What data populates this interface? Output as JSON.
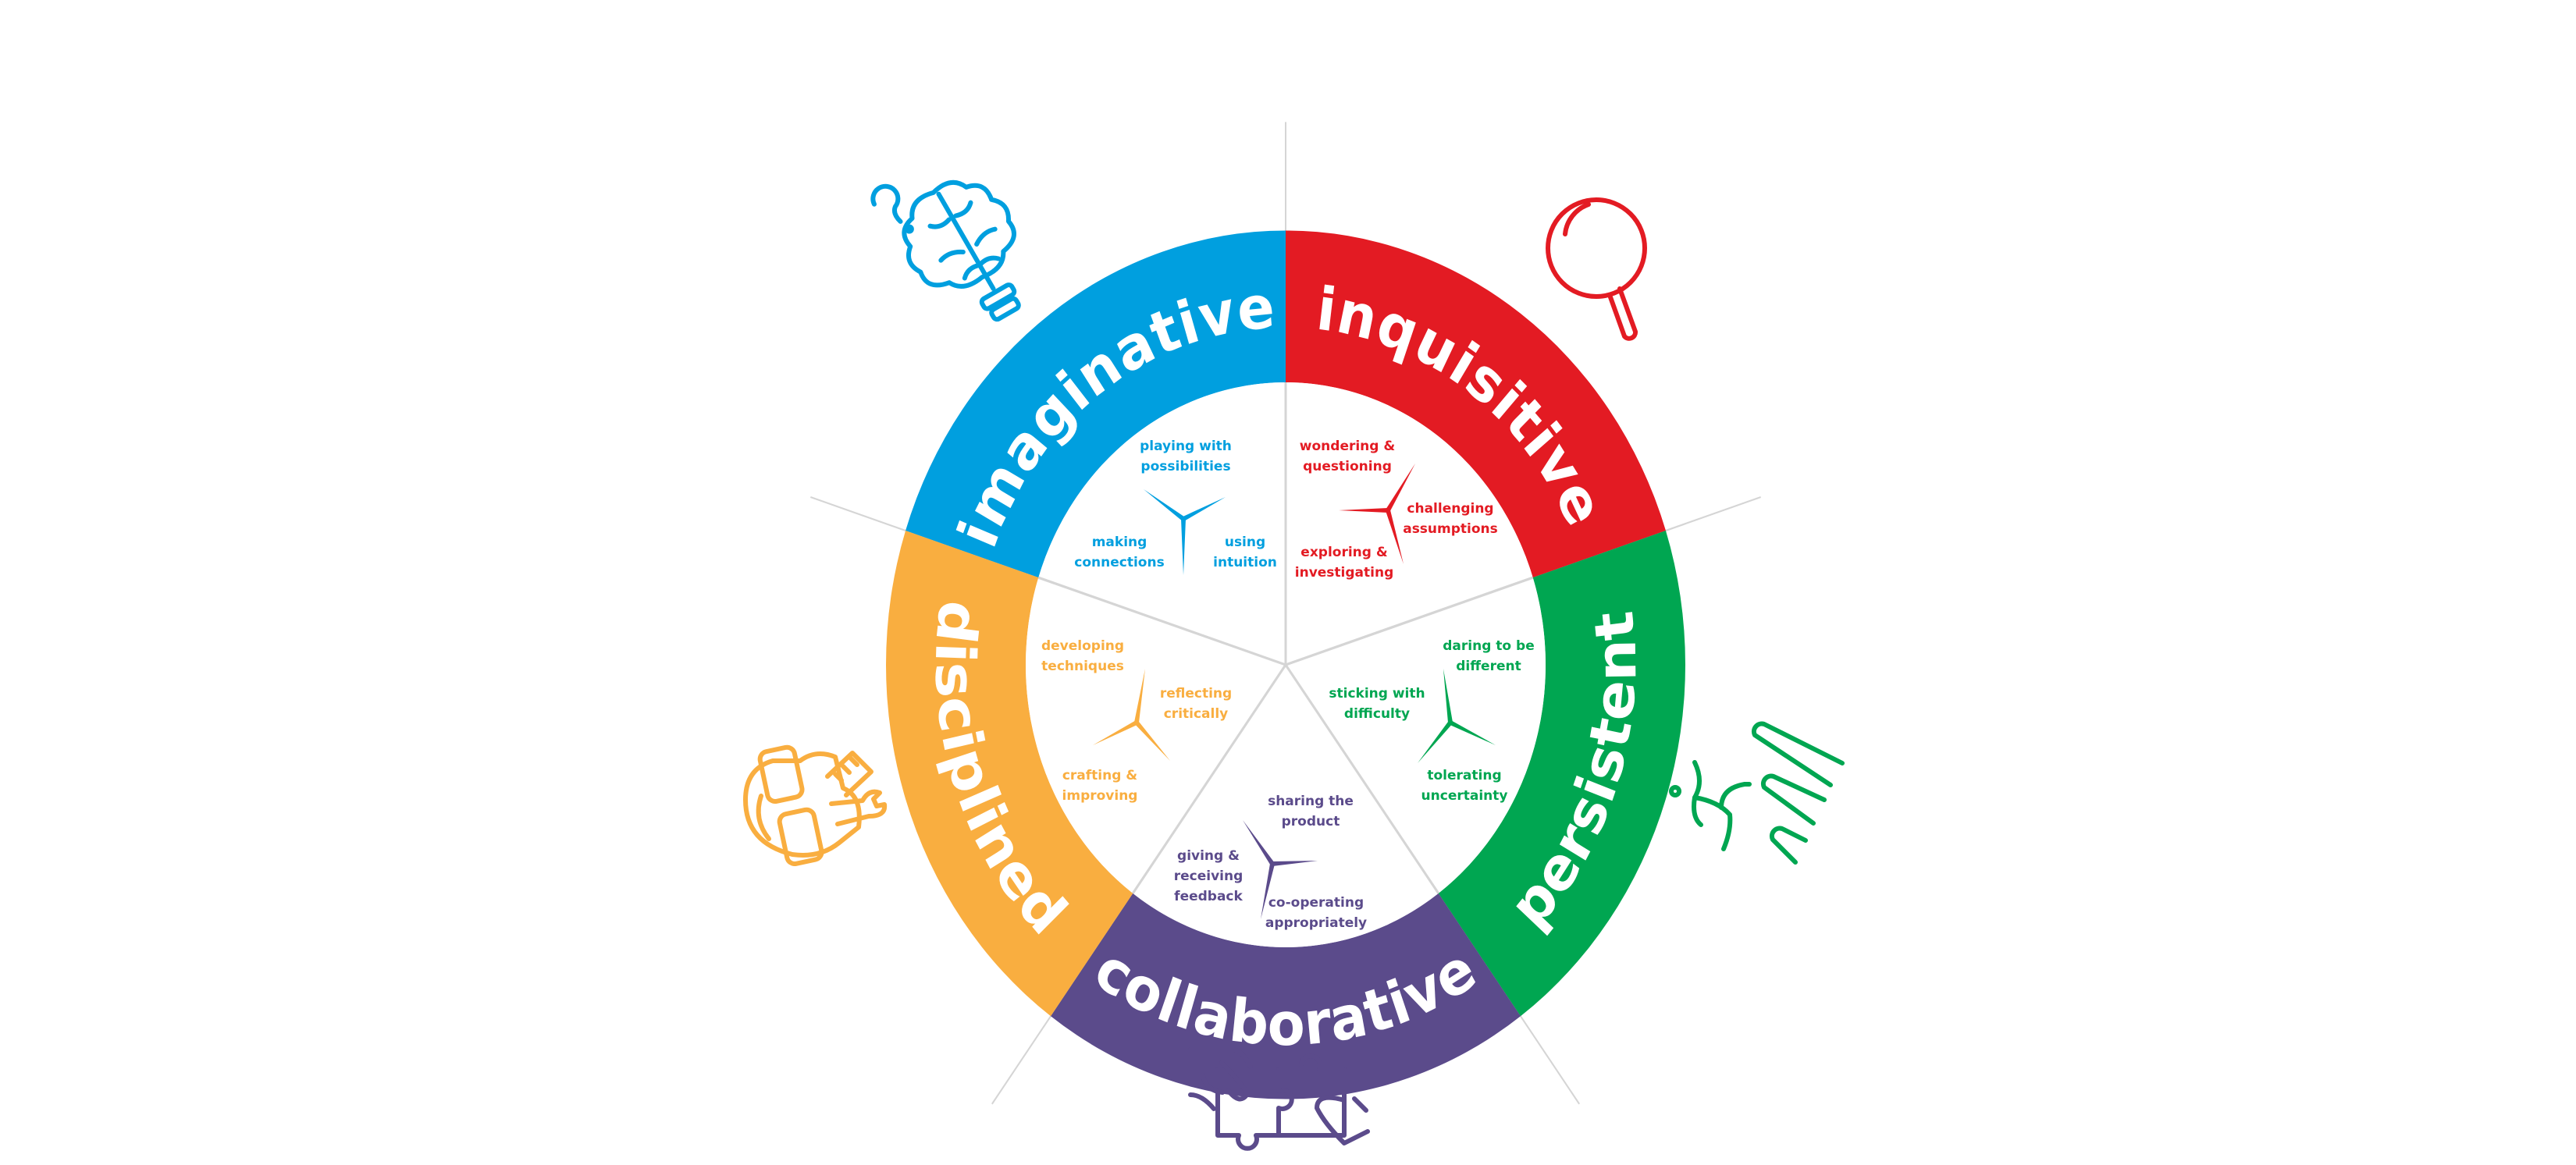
{
  "segments": [
    {
      "key": "imaginative",
      "label": "imaginative",
      "color": "#009FDF",
      "icon": "brain-lightbulb-icon",
      "habits": [
        "playing with\npossibilities",
        "making\nconnections",
        "using\nintuition"
      ]
    },
    {
      "key": "inquisitive",
      "label": "inquisitive",
      "color": "#E31B23",
      "icon": "magnifying-glass-icon",
      "habits": [
        "wondering &\nquestioning",
        "challenging\nassumptions",
        "exploring &\ninvestigating"
      ]
    },
    {
      "key": "persistent",
      "label": "persistent",
      "color": "#00A651",
      "icon": "runner-icon",
      "habits": [
        "daring to be\ndifferent",
        "sticking with\ndifficulty",
        "tolerating\nuncertainty"
      ]
    },
    {
      "key": "collaborative",
      "label": "collaborative",
      "color": "#5B4B8B",
      "icon": "puzzle-hands-icon",
      "habits": [
        "sharing the\nproduct",
        "giving &\nreceiving\nfeedback",
        "co-operating\nappropriately"
      ]
    },
    {
      "key": "disciplined",
      "label": "disciplined",
      "color": "#F9AE40",
      "icon": "tools-icon",
      "habits": [
        "developing\ntechniques",
        "reflecting\ncritically",
        "crafting &\nimproving"
      ]
    }
  ],
  "colors": {
    "spoke": "#D5D5D5",
    "background": "#FFFFFF"
  }
}
